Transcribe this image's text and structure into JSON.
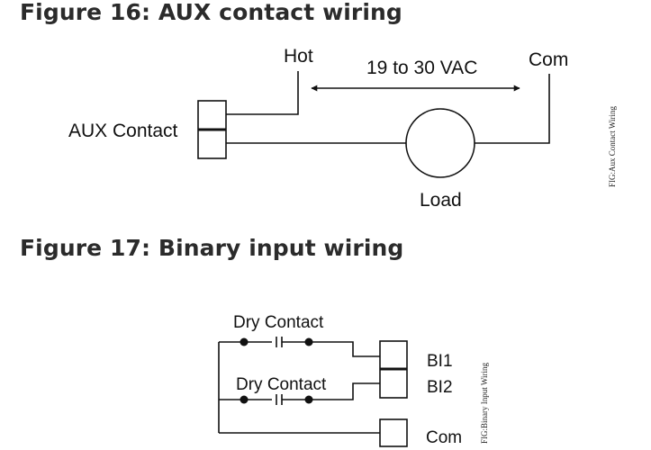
{
  "figure_16": {
    "title": "Figure 16: AUX contact wiring",
    "labels": {
      "hot": "Hot",
      "voltage": "19 to 30 VAC",
      "com": "Com",
      "aux_contact": "AUX Contact",
      "load": "Load"
    },
    "side_tag": "FIG:Aux Contact Wiring"
  },
  "figure_17": {
    "title": "Figure 17: Binary input wiring",
    "labels": {
      "dry_contact_1": "Dry Contact",
      "dry_contact_2": "Dry Contact",
      "bi1": "BI1",
      "bi2": "BI2",
      "com": "Com"
    },
    "side_tag": "FIG:Binary Input Wiring"
  }
}
